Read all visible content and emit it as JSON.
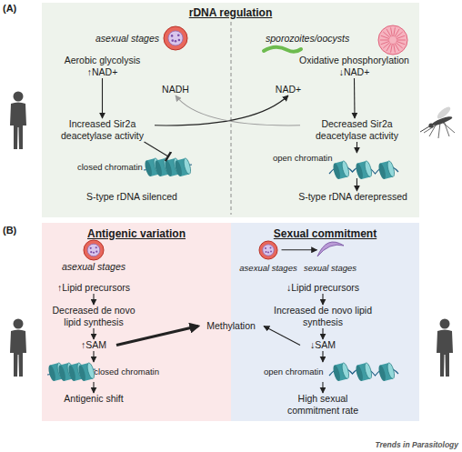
{
  "diagram": {
    "nodes": [
      {
        "text": [
          "rDNA regulation"
        ]
      },
      {
        "text": [
          "asexual stages"
        ],
        "in": 0
      },
      {
        "text": [
          "Aerobic glycolysis",
          "↑NAD+"
        ],
        "in": 0
      },
      {
        "text": [
          "NADH"
        ],
        "in": 0
      },
      {
        "text": [
          "Increased Sir2a deacetylase activity"
        ],
        "in": 0
      },
      {
        "text": [
          "closed chromatin"
        ],
        "in": 0
      },
      {
        "text": [
          "S-type rDNA silenced"
        ],
        "in": 0
      },
      {
        "text": [
          "sporozoites/oocysts"
        ],
        "in": 0
      },
      {
        "text": [
          "Oxidative phosphorylation",
          "↓NAD+"
        ],
        "in": 0
      },
      {
        "text": [
          "NAD+"
        ],
        "in": 0
      },
      {
        "text": [
          "Decreased Sir2a deacetylase activity"
        ],
        "in": 0
      },
      {
        "text": [
          "open chromatin"
        ],
        "in": 0
      },
      {
        "text": [
          "S-type rDNA derepressed"
        ],
        "in": 0
      },
      {
        "text": [
          "Antigenic variation"
        ]
      },
      {
        "text": [
          "asexual stages"
        ],
        "in": 13
      },
      {
        "text": [
          "↑Lipid precursors"
        ],
        "in": 13
      },
      {
        "text": [
          "Decreased de novo lipid synthesis"
        ],
        "in": 13
      },
      {
        "text": [
          "↑SAM"
        ],
        "in": 13
      },
      {
        "text": [
          "Methylation"
        ]
      },
      {
        "text": [
          "closed chromatin"
        ],
        "in": 13
      },
      {
        "text": [
          "Antigenic shift"
        ],
        "in": 13
      },
      {
        "text": [
          "Sexual commitment"
        ]
      },
      {
        "text": [
          "asexual stages"
        ],
        "in": 21
      },
      {
        "text": [
          "sexual stages"
        ],
        "in": 21
      },
      {
        "text": [
          "↓Lipid precursors"
        ],
        "in": 21
      },
      {
        "text": [
          "Increased de novo lipid synthesis"
        ],
        "in": 21
      },
      {
        "text": [
          "↓SAM"
        ],
        "in": 21
      },
      {
        "text": [
          "open chromatin"
        ],
        "in": 21
      },
      {
        "text": [
          "High sexual commitment rate"
        ],
        "in": 21
      }
    ],
    "edges": [
      {
        "from": 2,
        "to": 4,
        "arrow": "to"
      },
      {
        "from": 4,
        "to": 5,
        "arrow": "to"
      },
      {
        "from": 4,
        "to": 9,
        "arrow": "to"
      },
      {
        "from": 10,
        "to": 3,
        "arrow": "to"
      },
      {
        "from": 8,
        "to": 10,
        "arrow": "to"
      },
      {
        "from": 10,
        "to": 11,
        "arrow": "to"
      },
      {
        "from": 11,
        "to": 12,
        "arrow": "to"
      },
      {
        "from": 15,
        "to": 16,
        "arrow": "to"
      },
      {
        "from": 16,
        "to": 17,
        "arrow": "to"
      },
      {
        "from": 17,
        "to": 18,
        "arrow": "to"
      },
      {
        "from": 17,
        "to": 19,
        "arrow": "to"
      },
      {
        "from": 19,
        "to": 20,
        "arrow": "to"
      },
      {
        "from": 22,
        "to": 23,
        "arrow": "to"
      },
      {
        "from": 24,
        "to": 25,
        "arrow": "to"
      },
      {
        "from": 25,
        "to": 26,
        "arrow": "to"
      },
      {
        "from": 26,
        "to": 18,
        "arrow": "to"
      },
      {
        "from": 26,
        "to": 27,
        "arrow": "to"
      },
      {
        "from": 27,
        "to": 28,
        "arrow": "to"
      }
    ],
    "labels": [
      "(A)",
      "(B)",
      "Trends in Parasitology"
    ]
  }
}
